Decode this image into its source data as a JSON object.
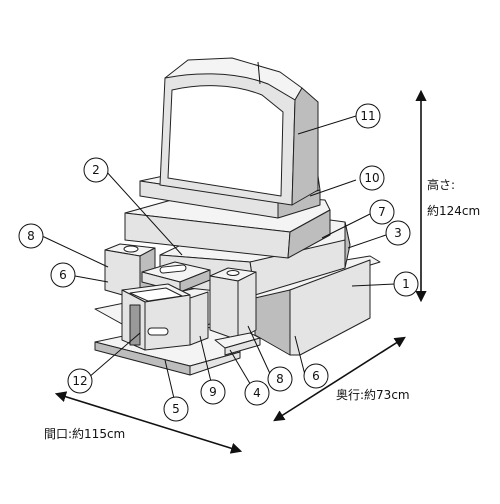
{
  "dimensions": {
    "height_label": "高さ:",
    "height_value": "約124cm",
    "depth_label": "奥行:約73cm",
    "width_label": "間口:約115cm"
  },
  "callouts": [
    "1",
    "2",
    "3",
    "4",
    "5",
    "6",
    "6",
    "7",
    "8",
    "8",
    "9",
    "10",
    "11",
    "12"
  ]
}
